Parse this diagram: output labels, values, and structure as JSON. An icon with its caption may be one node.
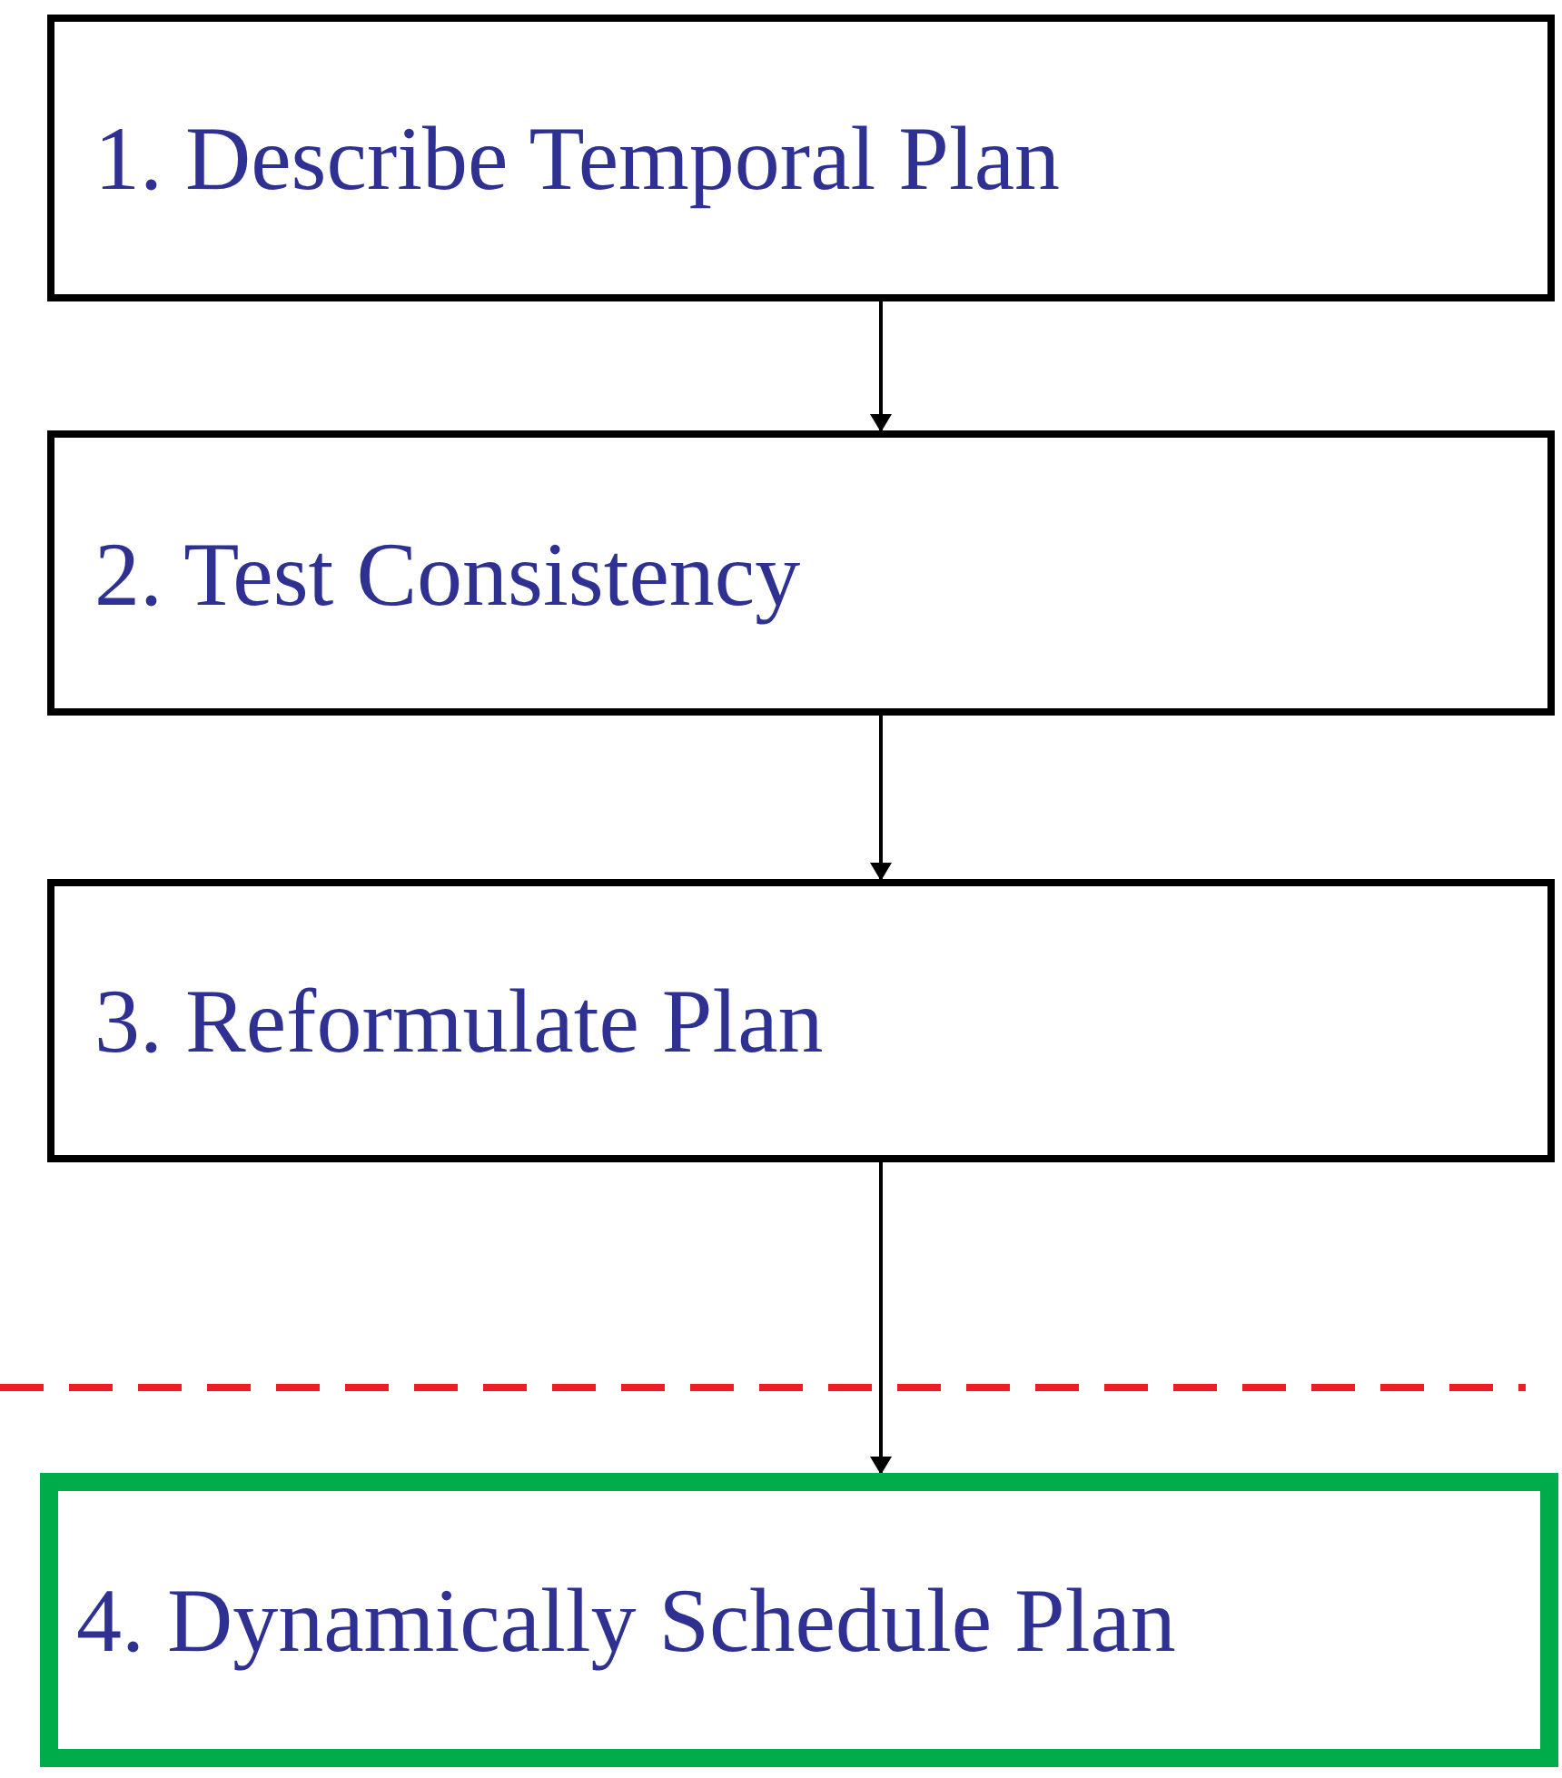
{
  "diagram": {
    "nodes": [
      {
        "text": [
          "1. Describe Temporal Plan"
        ]
      },
      {
        "text": [
          "2. Test Consistency"
        ]
      },
      {
        "text": [
          "3. Reformulate Plan"
        ]
      },
      {
        "text": [
          "4. Dynamically Schedule Plan"
        ]
      }
    ],
    "edges": [
      {
        "from": 0,
        "to": 1,
        "arrow": "to"
      },
      {
        "from": 1,
        "to": 2,
        "arrow": "to"
      },
      {
        "from": 2,
        "to": 3,
        "arrow": "to"
      }
    ]
  }
}
